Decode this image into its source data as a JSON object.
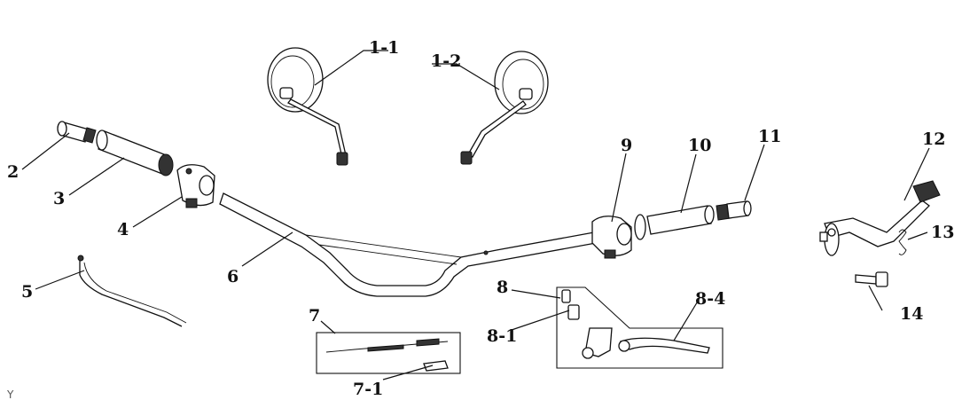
{
  "labels": [
    {
      "id": "1-1",
      "text": "1-1"
    },
    {
      "id": "1-2",
      "text": "1-2"
    },
    {
      "id": "2",
      "text": "2"
    },
    {
      "id": "3",
      "text": "3"
    },
    {
      "id": "4",
      "text": "4"
    },
    {
      "id": "5",
      "text": "5"
    },
    {
      "id": "6",
      "text": "6"
    },
    {
      "id": "7",
      "text": "7"
    },
    {
      "id": "7-1",
      "text": "7-1"
    },
    {
      "id": "8",
      "text": "8"
    },
    {
      "id": "8-1",
      "text": "8-1"
    },
    {
      "id": "8-4",
      "text": "8-4"
    },
    {
      "id": "9",
      "text": "9"
    },
    {
      "id": "10",
      "text": "10"
    },
    {
      "id": "11",
      "text": "11"
    },
    {
      "id": "12",
      "text": "12"
    },
    {
      "id": "13",
      "text": "13"
    },
    {
      "id": "14",
      "text": "14"
    }
  ],
  "corner_mark": "Y"
}
